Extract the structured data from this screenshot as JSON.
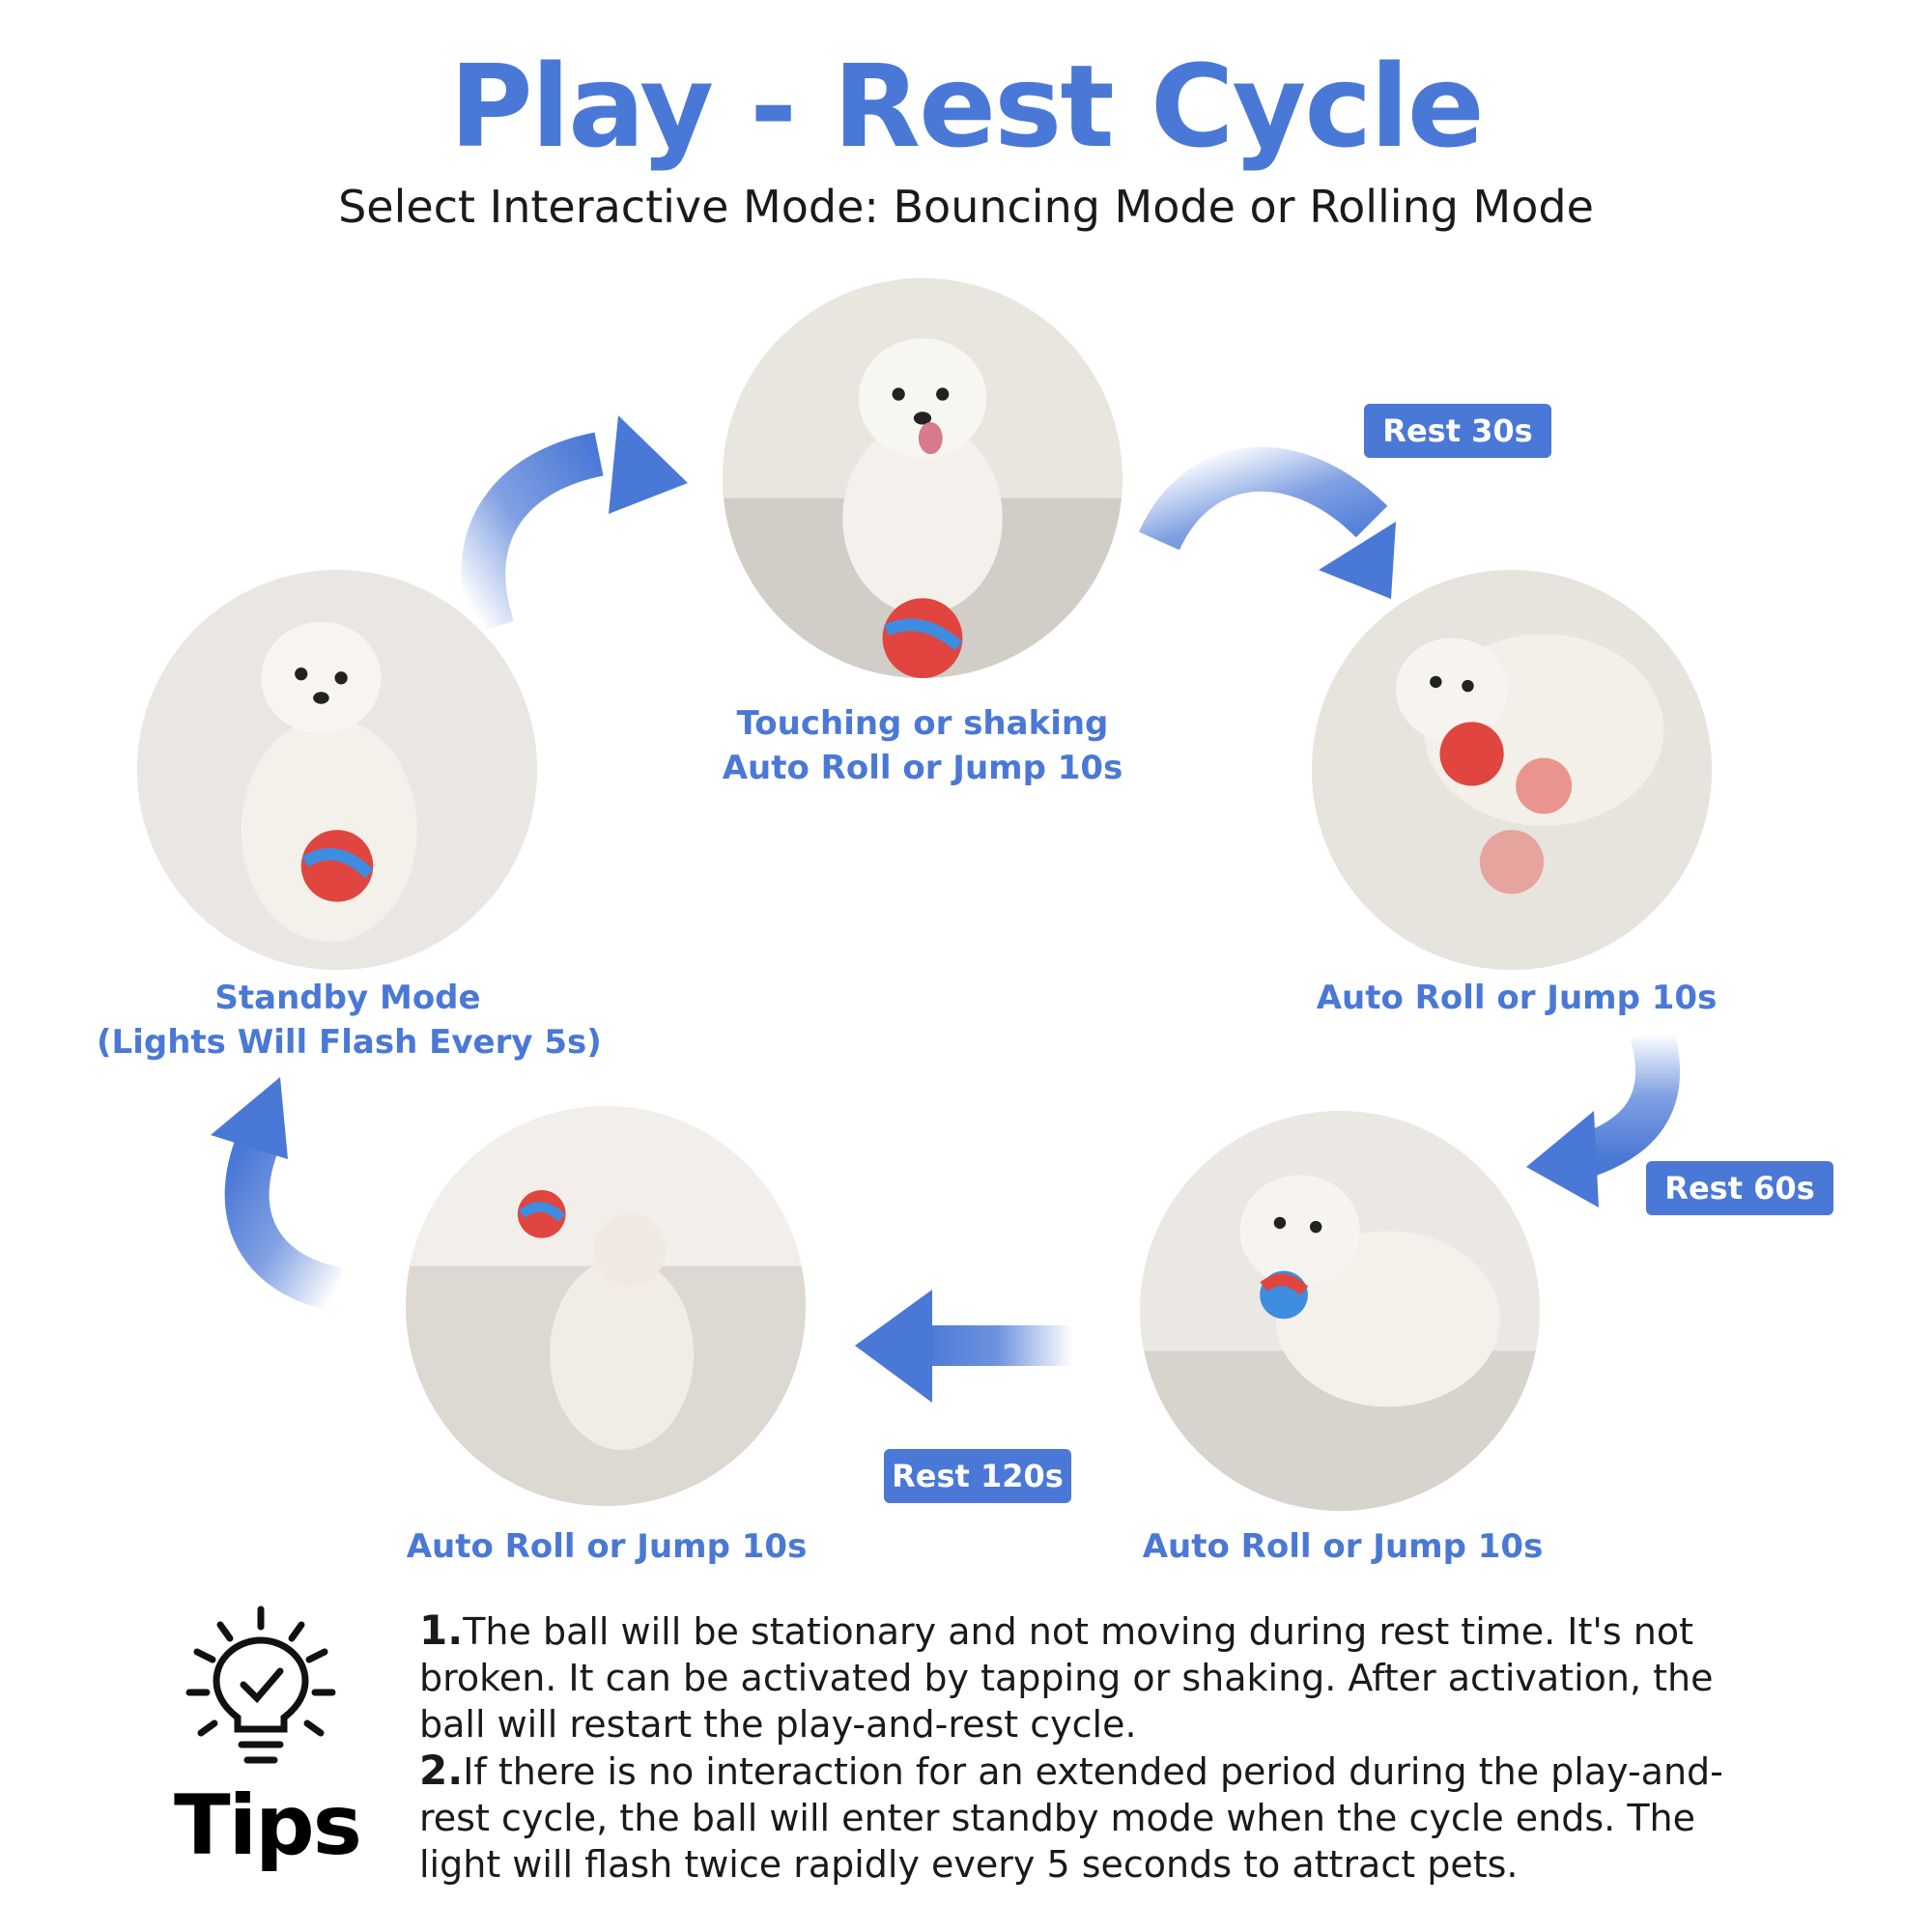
{
  "title": "Play - Rest Cycle",
  "subtitle": "Select Interactive Mode: Bouncing Mode or Rolling Mode",
  "steps": {
    "top": {
      "line1": "Touching or shaking",
      "line2": "Auto Roll or Jump 10s"
    },
    "right": {
      "line1": "Auto Roll or Jump 10s"
    },
    "bottom_right": {
      "line1": "Auto Roll or Jump 10s"
    },
    "bottom_left": {
      "line1": "Auto Roll or Jump 10s"
    },
    "left": {
      "line1": "Standby Mode",
      "line2": "(Lights Will Flash Every 5s)"
    }
  },
  "badges": {
    "rest_30": "Rest 30s",
    "rest_60": "Rest 60s",
    "rest_120": "Rest 120s"
  },
  "tips": {
    "label": "Tips",
    "item1_number": "1.",
    "item1_text": "The ball will be stationary and not moving during rest time. It's not broken. It can be activated by tapping or shaking. After activation, the ball will restart the play-and-rest cycle.",
    "item2_number": "2.",
    "item2_text": "If there is no interaction for an extended period during the play-and-rest cycle, the ball will enter standby mode when the cycle ends. The light will flash twice rapidly every 5 seconds to attract pets."
  },
  "colors": {
    "accent": "#4a78d6",
    "text": "#1a1a1a",
    "background": "#ffffff"
  },
  "icons": [
    "lightbulb-check-icon",
    "curved-arrow-icon",
    "straight-arrow-left-icon"
  ]
}
